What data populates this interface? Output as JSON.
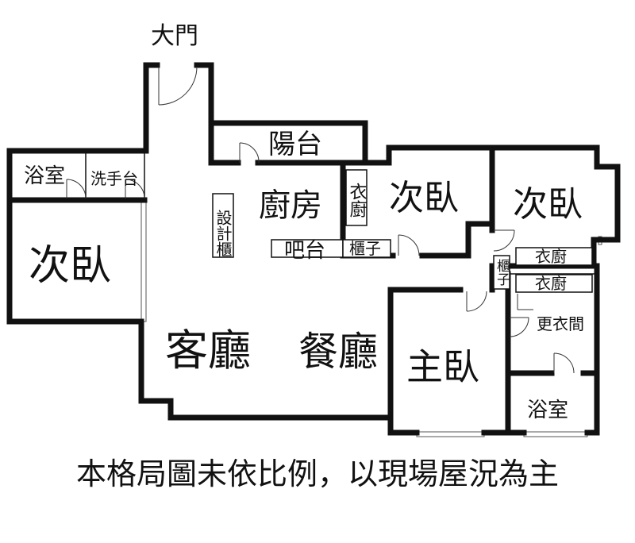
{
  "labels": {
    "main_door": "大門",
    "balcony": "陽台",
    "bath_small": "浴室",
    "washbasin": "洗手台",
    "bedroom_left": "次臥",
    "design_cabinet": "設計櫃",
    "kitchen": "廚房",
    "wardrobe_mid": "衣廚",
    "bar": "吧台",
    "cabinet_small": "櫃子",
    "bedroom_mid": "次臥",
    "bedroom_right": "次臥",
    "wardrobe_right1": "衣廚",
    "cabinet_vertical": "櫃子",
    "wardrobe_right2": "衣廚",
    "dressing_room": "更衣間",
    "living_room": "客廳",
    "dining_room": "餐廳",
    "master_bedroom": "主臥",
    "bath_master": "浴室"
  },
  "note": "本格局圖未依比例，以現場屋況為主",
  "colors": {
    "wall": "#111111",
    "background": "#ffffff"
  }
}
